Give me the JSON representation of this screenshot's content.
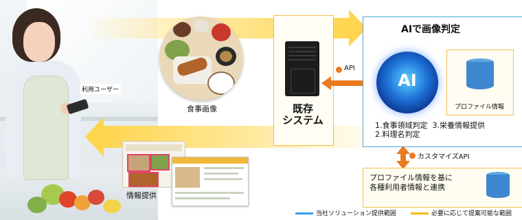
{
  "labels": {
    "user": "利用ユーザー",
    "meal_image": "食事画像",
    "info_provision": "情報提供",
    "existing_system_line1": "既存",
    "existing_system_line2": "システム",
    "api": "API",
    "ai_title": "AIで画像判定",
    "ai_logo": "AI",
    "profile_info": "プロファイル情報",
    "ai_steps_line1": "1.食事領域判定  3.栄養情報提供",
    "ai_steps_line2": "2.料理名判定",
    "custom_api": "カスタマイズAPI",
    "custom_desc_line1": "プロファイル情報を基に",
    "custom_desc_line2": "各種利用者情報と連携"
  },
  "legend": {
    "solution_scope": "当社ソリューション提供範囲",
    "optional_scope": "必要に応じて提案可能な範囲"
  },
  "colors": {
    "solution_line": "#3aa0e8",
    "optional_line": "#f6b700",
    "arrow_orange": "#ea7a1e",
    "ai_border": "#4aa3e0",
    "optional_border": "#f4c04a"
  }
}
